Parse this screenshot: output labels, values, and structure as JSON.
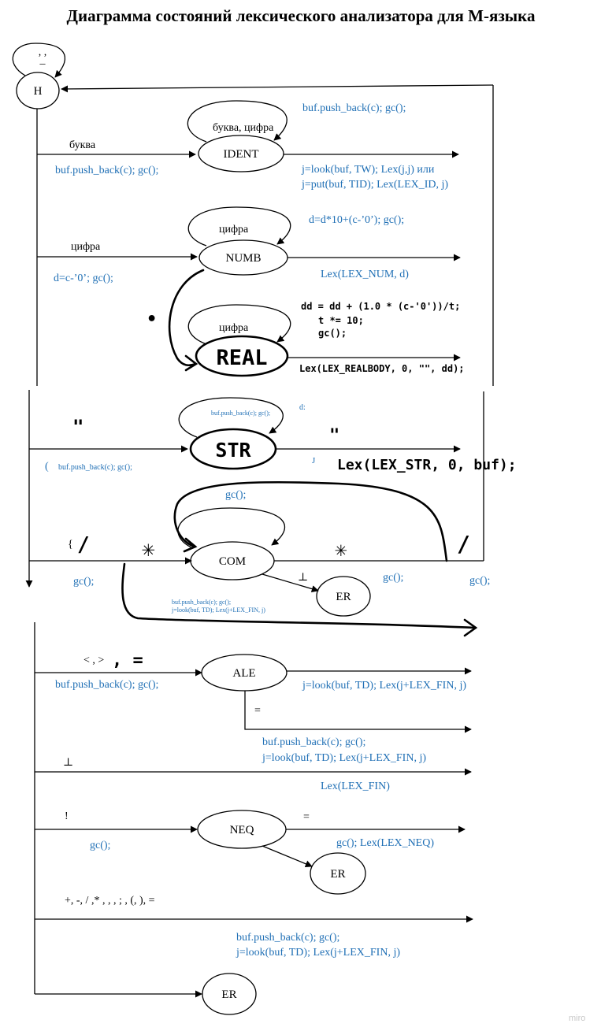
{
  "title": "Диаграмма состояний лексического анализатора для М-языка",
  "states": {
    "h": "H",
    "ident": "IDENT",
    "numb": "NUMB",
    "real": "REAL",
    "str": "STR",
    "com": "COM",
    "er_com": "ER",
    "ale": "ALE",
    "neq": "NEQ",
    "er_neq": "ER",
    "er_final": "ER"
  },
  "labels": {
    "h_loop": ", ,",
    "h_loop_under": "_",
    "bukva": "буква",
    "bukva_action": "buf.push_back(c); gc();",
    "ident_loop": "буква, цифра",
    "ident_loop_action": "buf.push_back(c); gc();",
    "ident_out1": "j=look(buf, TW);  Lex(j,j)  или",
    "ident_out2": "j=put(buf, TID); Lex(LEX_ID, j)",
    "cifra": "цифра",
    "cifra_action": "d=c-’0’; gc();",
    "numb_loop": "цифра",
    "numb_loop_action": "d=d*10+(c-’0’); gc();",
    "numb_out": "Lex(LEX_NUM, d)",
    "dot": "•",
    "real_loop": "цифра",
    "real_action1": "dd = dd + (1.0 * (c-'0'))/t;",
    "real_action2": "t *= 10;",
    "real_action3": "gc();",
    "real_out": "Lex(LEX_REALBODY, 0, \"\", dd);",
    "quote_in": "\"",
    "str_in_action": "buf.push_back(c); gc();",
    "str_in_fragment": "(",
    "str_loop_action": "buf.push_back(c); gc();",
    "str_loop_fragment": "d:",
    "quote_out": "\"",
    "str_out_fragment": "J",
    "str_out": "Lex(LEX_STR, 0, buf);",
    "com_outer_gc": "gc();",
    "brace": "{",
    "slash_in": "/",
    "star_in": "✳",
    "star_out": "✳",
    "slash_out": "/",
    "com_in_gc": "gc();",
    "com_er_symbol": "⊥",
    "com_out_gc": "gc();",
    "com_right_gc": "gc();",
    "com_alt1": "buf.push_back(c); gc();",
    "com_alt2": "j=look(buf, TD); Lex(j+LEX_FIN, j)",
    "ale_in": "< , >",
    "ale_in_hand": ", =",
    "ale_in_action": "buf.push_back(c); gc();",
    "ale_out": "j=look(buf, TD); Lex(j+LEX_FIN, j)",
    "ale_eq": "=",
    "ale_eq_action1": "buf.push_back(c); gc();",
    "ale_eq_action2": "j=look(buf, TD); Lex(j+LEX_FIN, j)",
    "fin_symbol": "⊥",
    "fin_action": "Lex(LEX_FIN)",
    "excl": "!",
    "neq_in_action": "gc();",
    "neq_eq": "=",
    "neq_out": "gc(); Lex(LEX_NEQ)",
    "delims": "+, -, / ,* , , , ; , (, ), =",
    "delims_action1": "buf.push_back(c); gc();",
    "delims_action2": "j=look(buf, TD); Lex(j+LEX_FIN, j)",
    "watermark": "miro"
  }
}
